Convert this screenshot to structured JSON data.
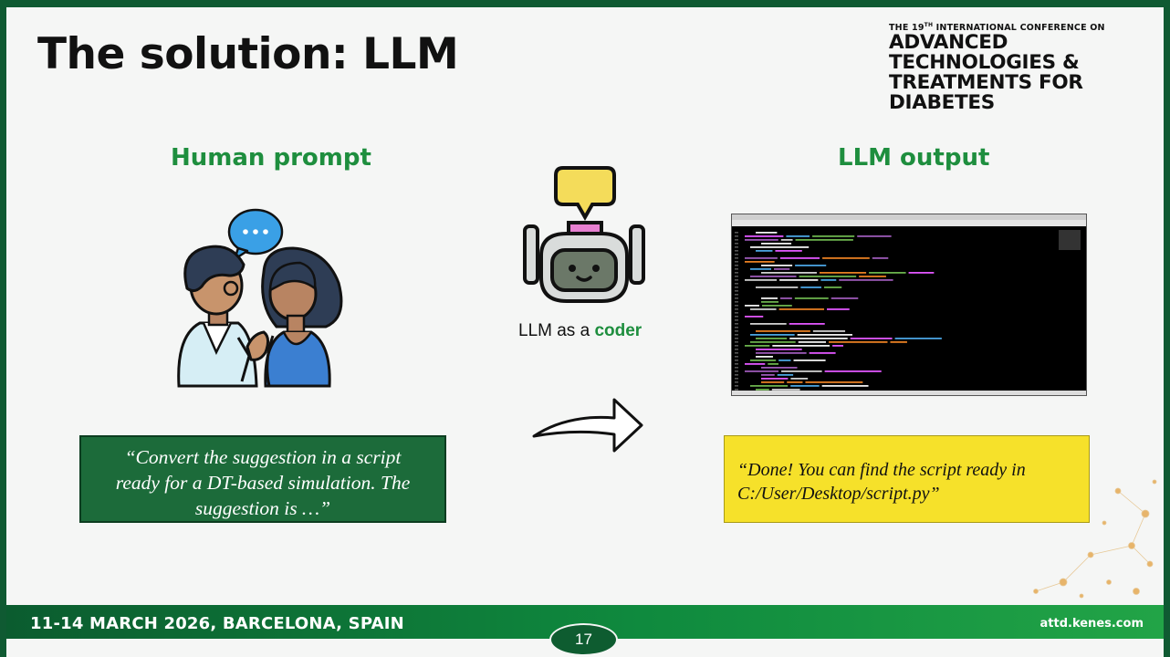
{
  "slide": {
    "title": "The solution: LLM",
    "conference": {
      "line1": "THE 19",
      "line1_sup": "TH",
      "line1_rest": " INTERNATIONAL CONFERENCE ON",
      "line2": "ADVANCED TECHNOLOGIES &",
      "line3": "TREATMENTS FOR DIABETES"
    },
    "left": {
      "heading": "Human prompt",
      "quote_lines": [
        "“Convert the suggestion in a script",
        "ready for a DT-based simulation. The",
        "suggestion is …”"
      ]
    },
    "middle": {
      "label_prefix": "LLM as a ",
      "label_highlight": "coder"
    },
    "right": {
      "heading": "LLM output",
      "quote_lines": [
        "“Done! You can find the script ready in",
        "C:/User/Desktop/script.py”"
      ]
    },
    "footer": {
      "date": "11-14 MARCH 2026, BARCELONA, SPAIN",
      "url": "attd.kenes.com",
      "page_number": "17"
    }
  },
  "colors": {
    "brand_green": "#1e8e3e",
    "prompt_box": "#1c6b3a",
    "output_box": "#f6e12a",
    "frame": "#0f5a32"
  }
}
